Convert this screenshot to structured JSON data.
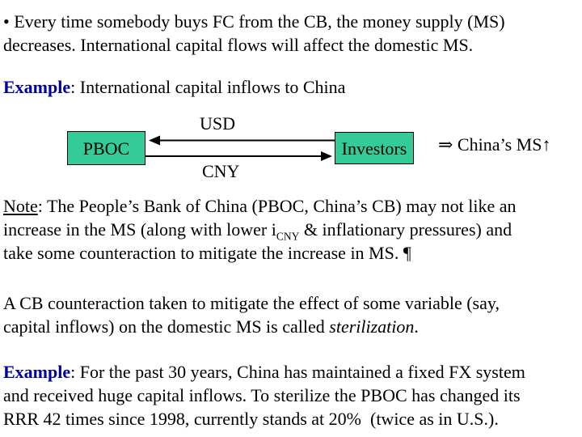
{
  "colors": {
    "background": "#FFFFFF",
    "text": "#000000",
    "example_label_blue": "#000099",
    "diagram_box_fill": "#33CC99",
    "diagram_box_border": "#000000"
  },
  "intro": {
    "lines": [
      "• Every time somebody buys FC from the CB, the money supply (MS)",
      "decreases. International capital flows will affect the domestic MS."
    ]
  },
  "example1": {
    "label": "Example",
    "rest": ": International capital inflows to China"
  },
  "diagram": {
    "pboc_label": "PBOC",
    "investors_label": "Investors",
    "usd_label": "USD",
    "cny_label": "CNY",
    "usd_arrow_direction": "investors-to-pboc",
    "cny_arrow_direction": "pboc-to-investors",
    "result_text": "⇒ China’s MS↑"
  },
  "note": {
    "label": "Note",
    "line1_rest": ": The People’s Bank of China (PBOC, China’s CB) may not like an",
    "line2_before_sub": "increase in the MS (along with lower i",
    "line2_sub": "CNY",
    "line2_after_sub": " & inflationary pressures) and",
    "line3": "take some counteraction to mitigate the increase in MS. ¶"
  },
  "sterilization": {
    "line1": "A CB counteraction taken to mitigate the effect of some variable (say,",
    "line2_before_italic": "capital inflows) on the domestic MS is called ",
    "line2_italic": "sterilization",
    "line2_after_italic": "."
  },
  "example2": {
    "label": "Example",
    "line1_rest": ": For the past 30 years, China has maintained a fixed FX system",
    "line2": "and received huge capital inflows. To sterilize the PBOC has changed its",
    "line3": "RRR 42 times since 1998, currently stands at 20%  (twice as in U.S.)."
  }
}
